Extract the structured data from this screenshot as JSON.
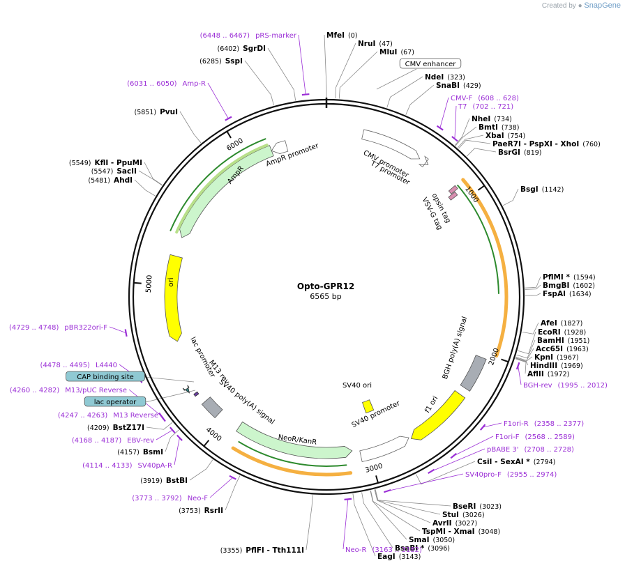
{
  "brand": {
    "prefix": "Created by",
    "name": "SnapGene"
  },
  "plasmid": {
    "name": "Opto-GPR12",
    "length": "6565 bp",
    "total": 6565
  },
  "colors": {
    "primer": "#9b2fd6",
    "backbone": "#111111",
    "feature_green": "#ccf5cc",
    "ori_yellow": "#ffff00",
    "gray": "#a8adb4",
    "orange": "#f5b041"
  },
  "ticks": [
    {
      "label": "1000",
      "bp": 1000
    },
    {
      "label": "2000",
      "bp": 2000
    },
    {
      "label": "3000",
      "bp": 3000
    },
    {
      "label": "4000",
      "bp": 4000
    },
    {
      "label": "5000",
      "bp": 5000
    },
    {
      "label": "6000",
      "bp": 6000
    }
  ],
  "enzymes": [
    {
      "name": "MfeI",
      "pos": "(0)",
      "bp": 0
    },
    {
      "name": "NruI",
      "pos": "(47)",
      "bp": 47
    },
    {
      "name": "MluI",
      "pos": "(67)",
      "bp": 67
    },
    {
      "name": "NdeI",
      "pos": "(323)",
      "bp": 323
    },
    {
      "name": "SnaBI",
      "pos": "(429)",
      "bp": 429
    },
    {
      "name": "NheI",
      "pos": "(734)",
      "bp": 734
    },
    {
      "name": "BmtI",
      "pos": "(738)",
      "bp": 738
    },
    {
      "name": "XbaI",
      "pos": "(754)",
      "bp": 754
    },
    {
      "name": "PaeR7I  - PspXI  - XhoI",
      "pos": "(760)",
      "bp": 760
    },
    {
      "name": "BsrGI",
      "pos": "(819)",
      "bp": 819
    },
    {
      "name": "BsgI",
      "pos": "(1142)",
      "bp": 1142
    },
    {
      "name": "PflMI *",
      "pos": "(1594)",
      "bp": 1594
    },
    {
      "name": "BmgBI",
      "pos": "(1602)",
      "bp": 1602
    },
    {
      "name": "FspAI",
      "pos": "(1634)",
      "bp": 1634
    },
    {
      "name": "AfeI",
      "pos": "(1827)",
      "bp": 1827
    },
    {
      "name": "EcoRI",
      "pos": "(1928)",
      "bp": 1928
    },
    {
      "name": "BamHI",
      "pos": "(1951)",
      "bp": 1951
    },
    {
      "name": "Acc65I",
      "pos": "(1963)",
      "bp": 1963
    },
    {
      "name": "KpnI",
      "pos": "(1967)",
      "bp": 1967
    },
    {
      "name": "HindIII",
      "pos": "(1969)",
      "bp": 1969
    },
    {
      "name": "AflII",
      "pos": "(1972)",
      "bp": 1972
    },
    {
      "name": "CsiI  - SexAI *",
      "pos": "(2794)",
      "bp": 2794
    },
    {
      "name": "BseRI",
      "pos": "(3023)",
      "bp": 3023
    },
    {
      "name": "StuI",
      "pos": "(3026)",
      "bp": 3026
    },
    {
      "name": "AvrII",
      "pos": "(3027)",
      "bp": 3027
    },
    {
      "name": "TspMI  - XmaI",
      "pos": "(3048)",
      "bp": 3048
    },
    {
      "name": "SmaI",
      "pos": "(3050)",
      "bp": 3050
    },
    {
      "name": "BsaBI *",
      "pos": "(3096)",
      "bp": 3096
    },
    {
      "name": "EagI",
      "pos": "(3143)",
      "bp": 3143
    },
    {
      "name": "PflFI  - Tth111I",
      "pos": "(3355)",
      "bp": 3355
    },
    {
      "name": "RsrII",
      "pos": "(3753)",
      "bp": 3753
    },
    {
      "name": "BstBI",
      "pos": "(3919)",
      "bp": 3919
    },
    {
      "name": "BsmI",
      "pos": "(4157)",
      "bp": 4157
    },
    {
      "name": "BstZ17I",
      "pos": "(4209)",
      "bp": 4209
    },
    {
      "name": "AhdI",
      "pos": "(5481)",
      "bp": 5481
    },
    {
      "name": "SacII",
      "pos": "(5547)",
      "bp": 5547
    },
    {
      "name": "KflI  - PpuMI",
      "pos": "(5549)",
      "bp": 5549
    },
    {
      "name": "PvuI",
      "pos": "(5851)",
      "bp": 5851
    },
    {
      "name": "SspI",
      "pos": "(6285)",
      "bp": 6285
    },
    {
      "name": "SgrDI",
      "pos": "(6402)",
      "bp": 6402
    }
  ],
  "primers": [
    {
      "name": "pRS-marker",
      "pos": "(6448 .. 6467)",
      "bp": 6458
    },
    {
      "name": "Amp-R",
      "pos": "(6031 .. 6050)",
      "bp": 6040
    },
    {
      "name": "CMV-F",
      "pos": "(608 .. 628)",
      "bp": 618
    },
    {
      "name": "T7",
      "pos": "(702 .. 721)",
      "bp": 712
    },
    {
      "name": "BGH-rev",
      "pos": "(1995 .. 2012)",
      "bp": 2003
    },
    {
      "name": "F1ori-R",
      "pos": "(2358 .. 2377)",
      "bp": 2368
    },
    {
      "name": "F1ori-F",
      "pos": "(2568 .. 2589)",
      "bp": 2578
    },
    {
      "name": "pBABE 3'",
      "pos": "(2708 .. 2728)",
      "bp": 2718
    },
    {
      "name": "SV40pro-F",
      "pos": "(2955 .. 2974)",
      "bp": 2965
    },
    {
      "name": "Neo-R",
      "pos": "(3163 .. 3182)",
      "bp": 3172
    },
    {
      "name": "Neo-F",
      "pos": "(3773 .. 3792)",
      "bp": 3782
    },
    {
      "name": "SV40pA-R",
      "pos": "(4114 .. 4133)",
      "bp": 4124
    },
    {
      "name": "EBV-rev",
      "pos": "(4168 .. 4187)",
      "bp": 4178
    },
    {
      "name": "M13 Reverse",
      "pos": "(4247 .. 4263)",
      "bp": 4255
    },
    {
      "name": "M13/pUC Reverse",
      "pos": "(4260 .. 4282)",
      "bp": 4271
    },
    {
      "name": "L4440",
      "pos": "(4478 .. 4495)",
      "bp": 4487
    },
    {
      "name": "pBR322ori-F",
      "pos": "(4729 .. 4748)",
      "bp": 4738
    }
  ],
  "boxed": [
    {
      "name": "CMV enhancer",
      "bp": 200
    },
    {
      "name": "CAP binding site",
      "bp": 4335
    },
    {
      "name": "lac operator",
      "bp": 4225
    }
  ],
  "features": [
    {
      "label": "CMV promoter",
      "start": 230,
      "end": 620
    },
    {
      "label": "T7 promoter",
      "start": 665,
      "end": 685
    },
    {
      "label": "opsin tag",
      "start": 895,
      "end": 920
    },
    {
      "label": "VSV-G tag",
      "start": 925,
      "end": 950
    },
    {
      "label": "BGH poly(A) signal",
      "start": 2030,
      "end": 2250
    },
    {
      "label": "f1 ori",
      "start": 2300,
      "end": 2720
    },
    {
      "label": "SV40 promoter",
      "start": 2730,
      "end": 3060
    },
    {
      "label": "SV40 ori",
      "start": 2870,
      "end": 2940
    },
    {
      "label": "NeoR/KanR",
      "start": 3110,
      "end": 3900
    },
    {
      "label": "SV40 poly(A) signal",
      "start": 4060,
      "end": 4180
    },
    {
      "label": "M13 rev",
      "start": 4245,
      "end": 4262
    },
    {
      "label": "lac promoter",
      "start": 4285,
      "end": 4315
    },
    {
      "label": "ori",
      "start": 4620,
      "end": 5200
    },
    {
      "label": "AmpR",
      "start": 5330,
      "end": 6190
    },
    {
      "label": "AmpR promoter",
      "start": 6190,
      "end": 6295
    }
  ]
}
